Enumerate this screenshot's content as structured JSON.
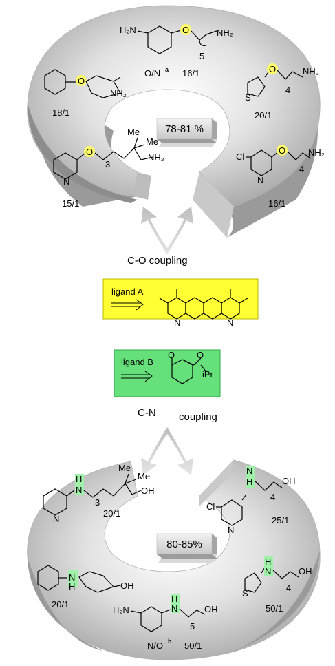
{
  "top_ring": {
    "yield": "78-81 %",
    "compounds": [
      {
        "id": "aminophenol",
        "ratio_label": "O/N",
        "footnote": "a",
        "ratio": "16/1",
        "atom_O": "O",
        "amine": "H₂N",
        "amine2": "NH₂",
        "chain": "5"
      },
      {
        "id": "cyclohexyl",
        "ratio": "18/1",
        "atom_O": "O",
        "amine": "NH₂"
      },
      {
        "id": "thiophene",
        "ratio": "20/1",
        "atom_O": "O",
        "amine": "NH₂",
        "hetero": "S",
        "chain": "4"
      },
      {
        "id": "pyridyl-dimethyl",
        "ratio": "15/1",
        "atom_O": "O",
        "amine": "NH₂",
        "hetero": "N",
        "me1": "Me",
        "me2": "Me",
        "chain": "3"
      },
      {
        "id": "chloropyridyl",
        "ratio": "16/1",
        "atom_O": "O",
        "amine": "NH₂",
        "hetero": "N",
        "cl": "Cl",
        "chain": "4"
      }
    ]
  },
  "co_label": "C-O coupling",
  "ligand_a": {
    "label": "ligand A",
    "n1": "N",
    "n2": "N",
    "color": "#ffff33"
  },
  "ligand_b": {
    "label": "ligand B",
    "o1": "O",
    "o2": "O",
    "ipr": "iPr",
    "color": "#66e07a"
  },
  "cn_label_1": "C-N",
  "cn_label_2": "coupling",
  "bottom_ring": {
    "yield": "80-85%",
    "compounds": [
      {
        "id": "pyridyl-dimethyl",
        "ratio": "20/1",
        "atom_N": "N",
        "h": "H",
        "oh": "OH",
        "hetero": "N",
        "me1": "Me",
        "me2": "Me",
        "chain": "3"
      },
      {
        "id": "chloropyridyl",
        "ratio": "25/1",
        "atom_N": "N",
        "h": "H",
        "oh": "OH",
        "hetero": "N",
        "cl": "Cl",
        "chain": "4"
      },
      {
        "id": "cyclohexyl",
        "ratio": "20/1",
        "atom_N": "N",
        "h": "H",
        "oh": "OH"
      },
      {
        "id": "thiophene",
        "ratio": "50/1",
        "atom_N": "N",
        "h": "H",
        "oh": "OH",
        "hetero": "S",
        "chain": "4"
      },
      {
        "id": "aminophenyl",
        "ratio_label": "N/O",
        "footnote": "b",
        "ratio": "50/1",
        "atom_N": "N",
        "h": "H",
        "oh": "OH",
        "amine": "H₂N",
        "chain": "5"
      }
    ]
  },
  "highlight_o": "#ffff66",
  "highlight_n": "#9ff0a8"
}
